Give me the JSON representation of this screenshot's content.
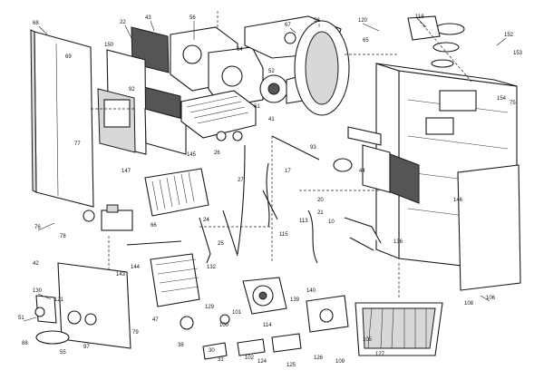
{
  "callouts": [
    {
      "text": "68"
    },
    {
      "text": "69"
    },
    {
      "text": "22"
    },
    {
      "text": "150"
    },
    {
      "text": "43"
    },
    {
      "text": "56"
    },
    {
      "text": "67"
    },
    {
      "text": "58"
    },
    {
      "text": "64"
    },
    {
      "text": "92"
    },
    {
      "text": "52"
    },
    {
      "text": "61"
    },
    {
      "text": "120"
    },
    {
      "text": "118"
    },
    {
      "text": "65"
    },
    {
      "text": "152"
    },
    {
      "text": "153"
    },
    {
      "text": "41"
    },
    {
      "text": "93"
    },
    {
      "text": "77"
    },
    {
      "text": "147"
    },
    {
      "text": "145"
    },
    {
      "text": "26"
    },
    {
      "text": "27"
    },
    {
      "text": "44"
    },
    {
      "text": "146"
    },
    {
      "text": "75"
    },
    {
      "text": "76"
    },
    {
      "text": "78"
    },
    {
      "text": "24"
    },
    {
      "text": "25"
    },
    {
      "text": "66"
    },
    {
      "text": "113"
    },
    {
      "text": "115"
    },
    {
      "text": "10"
    },
    {
      "text": "136"
    },
    {
      "text": "42"
    },
    {
      "text": "143"
    },
    {
      "text": "144"
    },
    {
      "text": "132"
    },
    {
      "text": "139"
    },
    {
      "text": "140"
    },
    {
      "text": "130"
    },
    {
      "text": "121"
    },
    {
      "text": "129"
    },
    {
      "text": "100"
    },
    {
      "text": "101"
    },
    {
      "text": "114"
    },
    {
      "text": "106"
    },
    {
      "text": "108"
    },
    {
      "text": "51"
    },
    {
      "text": "88"
    },
    {
      "text": "55"
    },
    {
      "text": "79"
    },
    {
      "text": "47"
    },
    {
      "text": "97"
    },
    {
      "text": "38"
    },
    {
      "text": "105"
    },
    {
      "text": "127"
    },
    {
      "text": "126"
    },
    {
      "text": "109"
    },
    {
      "text": "125"
    },
    {
      "text": "124"
    },
    {
      "text": "20"
    },
    {
      "text": "21"
    },
    {
      "text": "17"
    },
    {
      "text": "30"
    },
    {
      "text": "31"
    },
    {
      "text": "102"
    },
    {
      "text": "154"
    }
  ]
}
